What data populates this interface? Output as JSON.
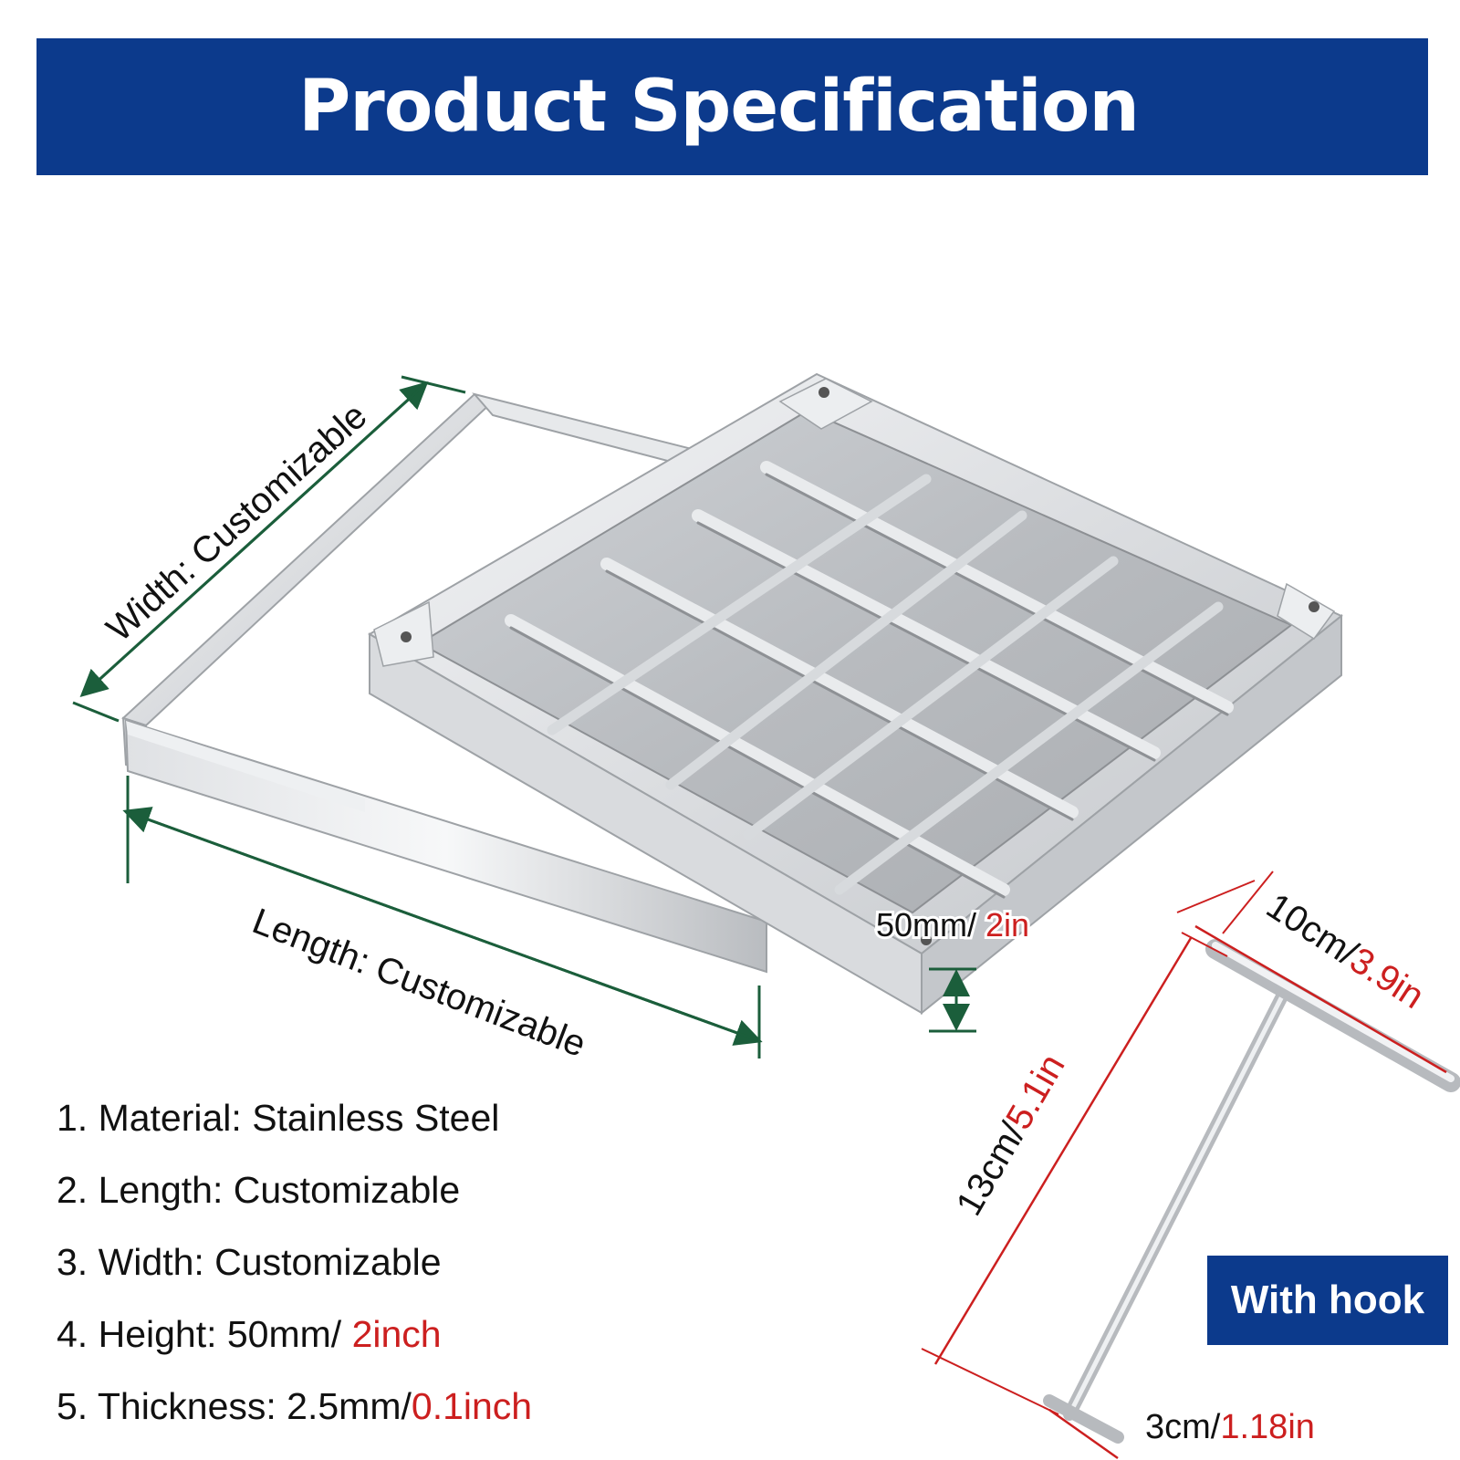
{
  "banner": {
    "title": "Product Specification"
  },
  "dimensions": {
    "width": "Width: Customizable",
    "length": "Length: Customizable",
    "height_value": "50mm/ ",
    "height_imperial": "2in",
    "hook_width_value": "10cm/",
    "hook_width_imperial": "3.9in",
    "hook_length_value": "13cm/",
    "hook_length_imperial": "5.1in",
    "hook_foot_value": "3cm/",
    "hook_foot_imperial": "1.18in"
  },
  "specs": [
    {
      "text": "1. Material: Stainless Steel",
      "highlight": ""
    },
    {
      "text": "2. Length: Customizable",
      "highlight": ""
    },
    {
      "text": "3. Width: Customizable",
      "highlight": ""
    },
    {
      "text": "4. Height: 50mm/ ",
      "highlight": "2inch"
    },
    {
      "text": "5. Thickness: 2.5mm/",
      "highlight": "0.1inch"
    }
  ],
  "badge": {
    "label": "With hook"
  },
  "colors": {
    "banner": "#0c3a8c",
    "dimension_green": "#1b5e3b",
    "dimension_red": "#cc1f1f",
    "steel": "#c9ccd0"
  },
  "icons": [
    "frame-illustration",
    "grating-cover-illustration",
    "t-hook-illustration"
  ]
}
